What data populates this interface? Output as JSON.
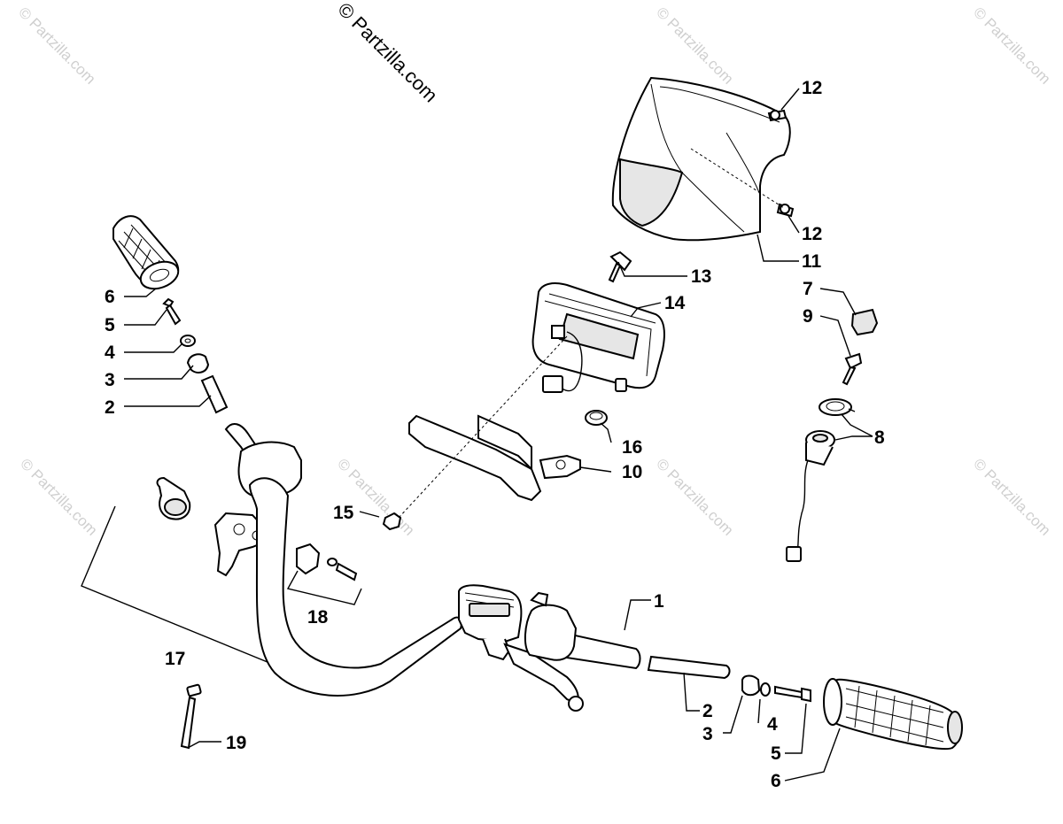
{
  "copyright": "© Partzilla.com",
  "watermark_text": "© Partzilla.com",
  "callouts": [
    {
      "id": "c-1",
      "text": "1"
    },
    {
      "id": "c-2-left",
      "text": "2"
    },
    {
      "id": "c-2-right",
      "text": "2"
    },
    {
      "id": "c-3-left",
      "text": "3"
    },
    {
      "id": "c-3-right",
      "text": "3"
    },
    {
      "id": "c-4-left",
      "text": "4"
    },
    {
      "id": "c-4-right",
      "text": "4"
    },
    {
      "id": "c-5-left",
      "text": "5"
    },
    {
      "id": "c-5-right",
      "text": "5"
    },
    {
      "id": "c-6-left",
      "text": "6"
    },
    {
      "id": "c-6-right",
      "text": "6"
    },
    {
      "id": "c-7",
      "text": "7"
    },
    {
      "id": "c-8",
      "text": "8"
    },
    {
      "id": "c-9",
      "text": "9"
    },
    {
      "id": "c-10",
      "text": "10"
    },
    {
      "id": "c-11",
      "text": "11"
    },
    {
      "id": "c-12-top",
      "text": "12"
    },
    {
      "id": "c-12-bottom",
      "text": "12"
    },
    {
      "id": "c-13",
      "text": "13"
    },
    {
      "id": "c-14",
      "text": "14"
    },
    {
      "id": "c-15",
      "text": "15"
    },
    {
      "id": "c-16",
      "text": "16"
    },
    {
      "id": "c-17",
      "text": "17"
    },
    {
      "id": "c-18",
      "text": "18"
    },
    {
      "id": "c-19",
      "text": "19"
    }
  ]
}
